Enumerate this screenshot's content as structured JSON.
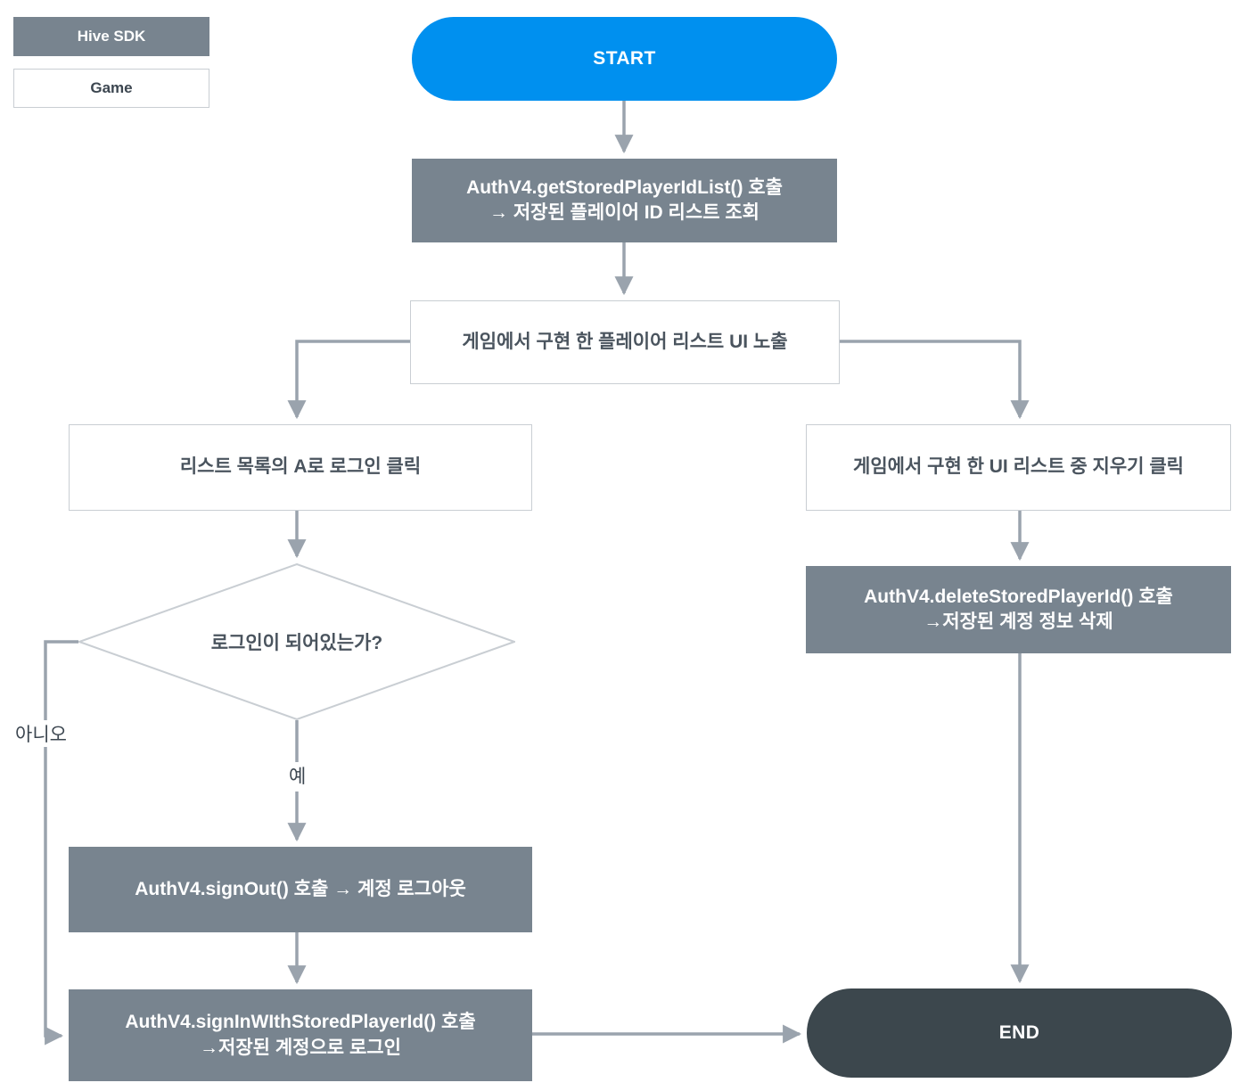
{
  "diagram": {
    "title": "Hive SDK stored player id login flow",
    "colors": {
      "sdk_fill": "#78848f",
      "game_fill": "#ffffff",
      "game_border": "#c9ced3",
      "start_fill": "#0090ef",
      "end_fill": "#3c474d",
      "edge": "#9aa3ad",
      "text_dark": "#4a545e",
      "text_light": "#ffffff"
    },
    "legend": [
      {
        "label": "Hive SDK",
        "style": "sdk"
      },
      {
        "label": "Game",
        "style": "game"
      }
    ],
    "nodes": {
      "start": {
        "label": "START",
        "type": "terminator"
      },
      "get_stored_player_id_list": {
        "label": "AuthV4.getStoredPlayerIdList() 호출\n→ 저장된 플레이어 ID 리스트 조회",
        "type": "process",
        "style": "sdk"
      },
      "player_list_ui": {
        "label": "게임에서 구현 한 플레이어 리스트 UI 노출",
        "type": "process",
        "style": "game"
      },
      "click_login_with_a": {
        "label": "리스트 목록의 A로 로그인 클릭",
        "type": "process",
        "style": "game"
      },
      "click_delete_in_ui": {
        "label": "게임에서 구현 한 UI 리스트 중 지우기 클릭",
        "type": "process",
        "style": "game"
      },
      "delete_stored_player_id": {
        "label": "AuthV4.deleteStoredPlayerId() 호출\n→저장된 계정 정보 삭제",
        "type": "process",
        "style": "sdk"
      },
      "is_logged_in": {
        "label": "로그인이 되어있는가?",
        "type": "decision",
        "style": "game"
      },
      "sign_out": {
        "label": "AuthV4.signOut() 호출 → 계정 로그아웃",
        "type": "process",
        "style": "sdk"
      },
      "sign_in_with_stored_player_id": {
        "label": "AuthV4.signInWIthStoredPlayerId() 호출\n→저장된 계정으로 로그인",
        "type": "process",
        "style": "sdk"
      },
      "end": {
        "label": "END",
        "type": "terminator"
      }
    },
    "edge_labels": {
      "no": "아니오",
      "yes": "예"
    }
  }
}
